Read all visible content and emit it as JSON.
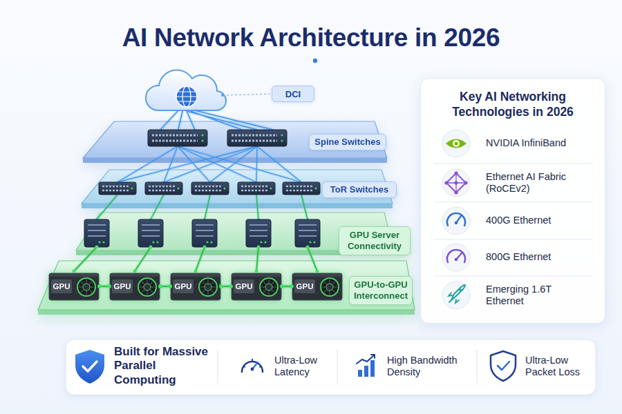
{
  "diagram": {
    "title": "AI Network Architecture in 2026",
    "nodes": [
      {
        "text": [
          "DCI"
        ]
      },
      {
        "text": [
          "Spine Switches"
        ]
      },
      {
        "text": [
          "ToR Switches"
        ]
      },
      {
        "text": [
          "GPU Server Connectivity"
        ]
      },
      {
        "text": [
          "GPU-to-GPU Interconnect"
        ]
      },
      {
        "text": [
          "GPU"
        ],
        "in": 4
      },
      {
        "text": [
          "GPU"
        ],
        "in": 4
      },
      {
        "text": [
          "GPU"
        ],
        "in": 4
      },
      {
        "text": [
          "GPU"
        ],
        "in": 4
      },
      {
        "text": [
          "GPU"
        ],
        "in": 4
      },
      {
        "text": [
          "Key AI Networking Technologies in 2026"
        ]
      }
    ],
    "edges": [
      {
        "from": 5,
        "to": 6,
        "arrow": "none"
      },
      {
        "from": 6,
        "to": 7,
        "arrow": "none"
      },
      {
        "from": 7,
        "to": 8,
        "arrow": "none"
      },
      {
        "from": 8,
        "to": 9,
        "arrow": "none"
      }
    ],
    "labels": [
      "NVIDIA InfiniBand",
      "Ethernet AI Fabric (RoCEv2)",
      "400G Ethernet",
      "800G Ethernet",
      "Emerging 1.6T Ethernet",
      "Built for Massive Parallel Computing",
      "Ultra-Low Latency",
      "High Bandwidth Density",
      "Ultra-Low Packet Loss"
    ]
  }
}
